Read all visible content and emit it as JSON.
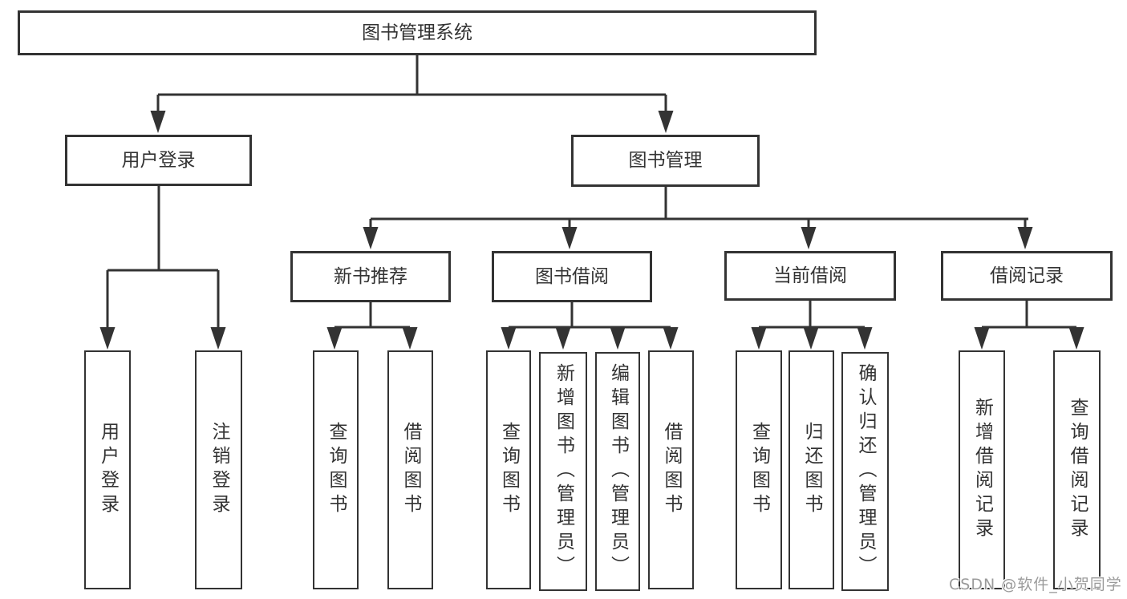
{
  "tree": {
    "label": "图书管理系统",
    "children": [
      {
        "label": "用户登录",
        "children": [
          {
            "label": "用户登录"
          },
          {
            "label": "注销登录"
          }
        ]
      },
      {
        "label": "图书管理",
        "children": [
          {
            "label": "新书推荐",
            "children": [
              {
                "label": "查询图书"
              },
              {
                "label": "借阅图书"
              }
            ]
          },
          {
            "label": "图书借阅",
            "children": [
              {
                "label": "查询图书"
              },
              {
                "label": "新增图书（管理员）"
              },
              {
                "label": "编辑图书（管理员）"
              },
              {
                "label": "借阅图书"
              }
            ]
          },
          {
            "label": "当前借阅",
            "children": [
              {
                "label": "查询图书"
              },
              {
                "label": "归还图书"
              },
              {
                "label": "确认归还（管理员）"
              }
            ]
          },
          {
            "label": "借阅记录",
            "children": [
              {
                "label": "新增借阅记录"
              },
              {
                "label": "查询借阅记录"
              }
            ]
          }
        ]
      }
    ]
  },
  "watermark": {
    "text": "CSDN @软件_小贺同学",
    "color": "#9b9b9b"
  },
  "colors": {
    "line": "#333333",
    "box_border": "#333333",
    "box_background": "#ffffff",
    "text": "#333333",
    "page_background": "#ffffff"
  }
}
